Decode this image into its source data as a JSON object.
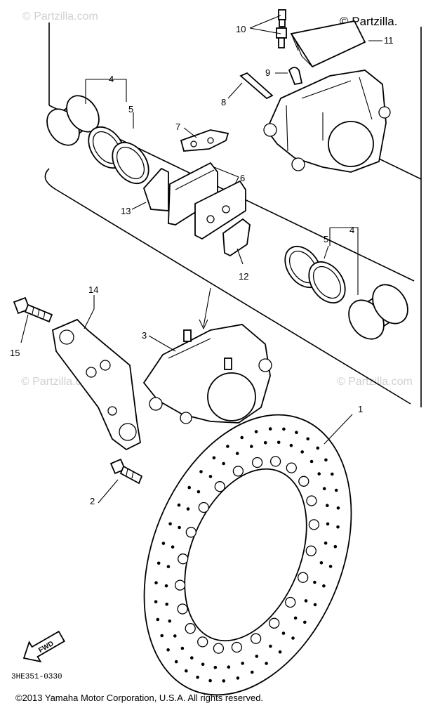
{
  "brand": {
    "watermark": "© Partzilla.com",
    "logo": "© Partzilla."
  },
  "callouts": {
    "c1": "1",
    "c2": "2",
    "c3": "3",
    "c4a": "4",
    "c4b": "4",
    "c5a": "5",
    "c5b": "5",
    "c6": "6",
    "c7": "7",
    "c8": "8",
    "c9": "9",
    "c10": "10",
    "c11": "11",
    "c12": "12",
    "c13": "13",
    "c14": "14",
    "c15": "15"
  },
  "fwd_label": "FWD",
  "diagram_code": "3HE351-0330",
  "copyright": "©2013 Yamaha Motor Corporation, U.S.A. All rights reserved.",
  "colors": {
    "ink": "#000000",
    "watermark": "#d0d0d0",
    "background": "#ffffff"
  }
}
